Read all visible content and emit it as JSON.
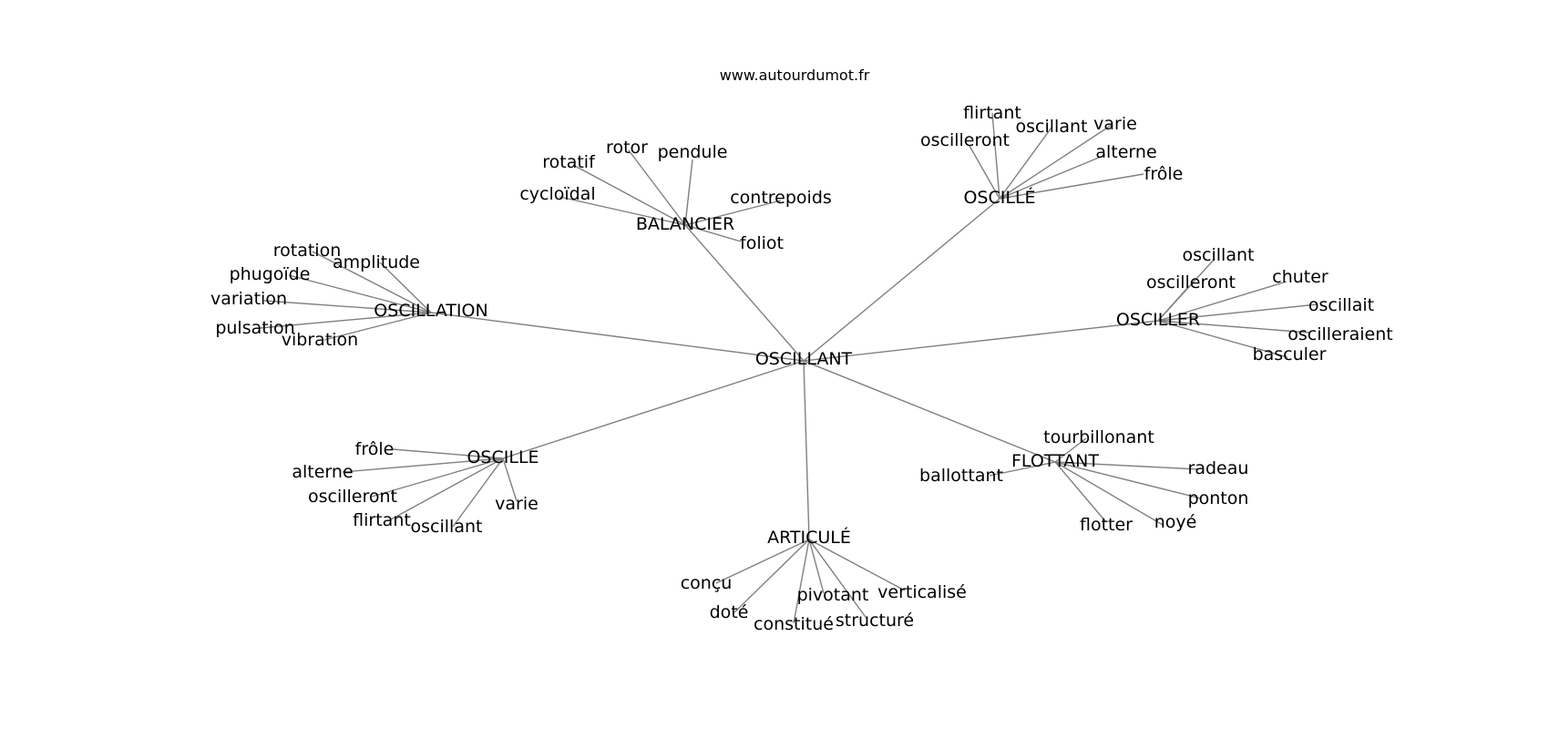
{
  "source": "www.autourdumot.fr",
  "root": "OSCILLANT",
  "clusters": [
    {
      "id": "balancier",
      "label": "BALANCIER",
      "leaves": [
        "rotatif",
        "rotor",
        "pendule",
        "cycloïdal",
        "contrepoids",
        "foliot"
      ]
    },
    {
      "id": "oscille-accent",
      "label": "OSCILLÉ",
      "leaves": [
        "flirtant",
        "oscillant",
        "varie",
        "oscilleront",
        "alterne",
        "frôle"
      ]
    },
    {
      "id": "oscillation",
      "label": "OSCILLATION",
      "leaves": [
        "rotation",
        "amplitude",
        "phugoïde",
        "variation",
        "pulsation",
        "vibration"
      ]
    },
    {
      "id": "osciller",
      "label": "OSCILLER",
      "leaves": [
        "oscillant",
        "oscilleront",
        "chuter",
        "oscillait",
        "oscilleraient",
        "basculer"
      ]
    },
    {
      "id": "oscille",
      "label": "OSCILLE",
      "leaves": [
        "frôle",
        "alterne",
        "oscilleront",
        "flirtant",
        "oscillant",
        "varie"
      ]
    },
    {
      "id": "flottant",
      "label": "FLOTTANT",
      "leaves": [
        "tourbillonant",
        "ballottant",
        "radeau",
        "ponton",
        "flotter",
        "noyé"
      ]
    },
    {
      "id": "articule",
      "label": "ARTICULÉ",
      "leaves": [
        "conçu",
        "doté",
        "pivotant",
        "verticalisé",
        "constitué",
        "structuré"
      ]
    }
  ]
}
